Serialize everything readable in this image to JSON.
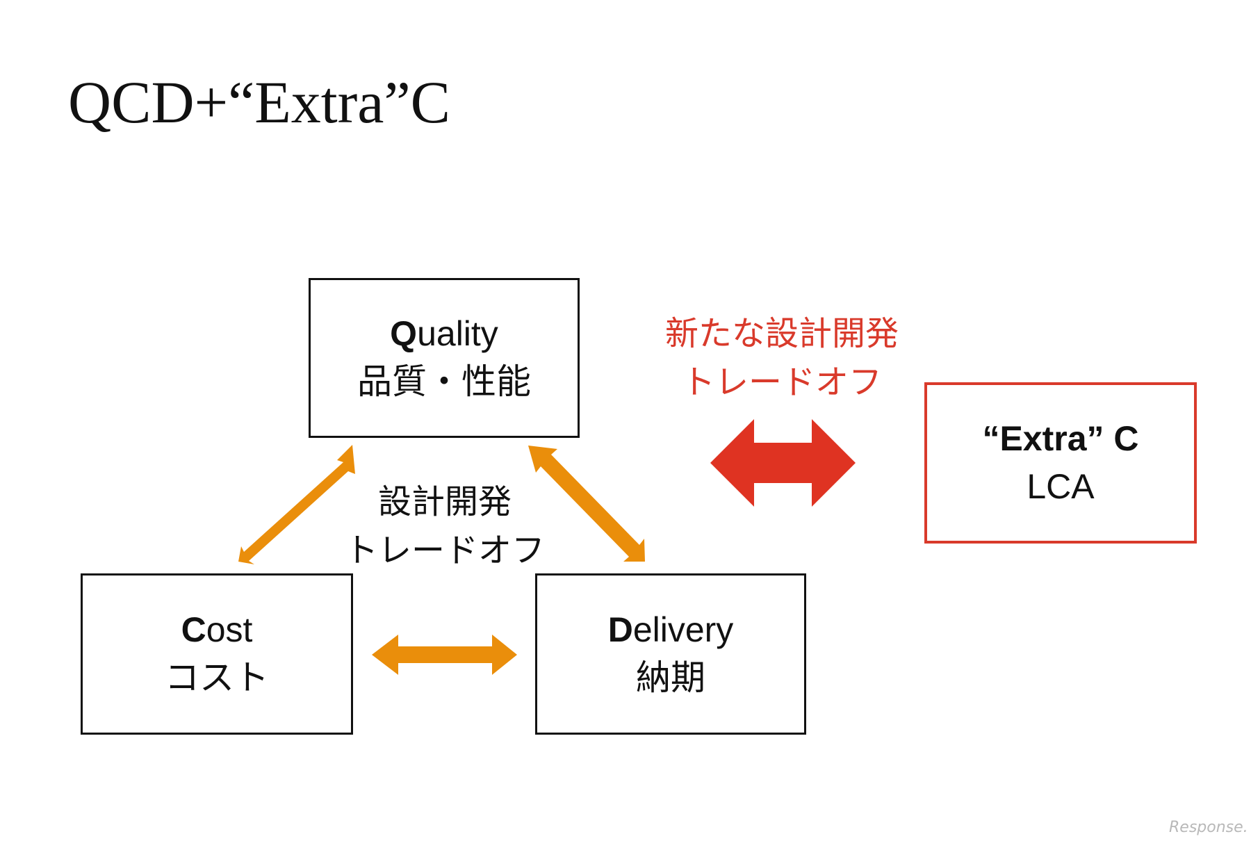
{
  "title": "QCD+“Extra”C",
  "boxes": {
    "quality": {
      "initial": "Q",
      "rest": "uality",
      "subtitle": "品質・性能"
    },
    "cost": {
      "initial": "C",
      "rest": "ost",
      "subtitle": "コスト"
    },
    "delivery": {
      "initial": "D",
      "rest": "elivery",
      "subtitle": "納期"
    },
    "extra": {
      "title": "“Extra” C",
      "subtitle": "LCA"
    }
  },
  "captions": {
    "inner": {
      "line1": "設計開発",
      "line2": "トレードオフ"
    },
    "new": {
      "line1": "新たな設計開発",
      "line2": "トレードオフ"
    }
  },
  "watermark": "Response.",
  "colors": {
    "orange_arrow": "#ea8e0b",
    "red_arrow": "#df3322",
    "red_text": "#d93a2b",
    "box_border": "#111111"
  }
}
